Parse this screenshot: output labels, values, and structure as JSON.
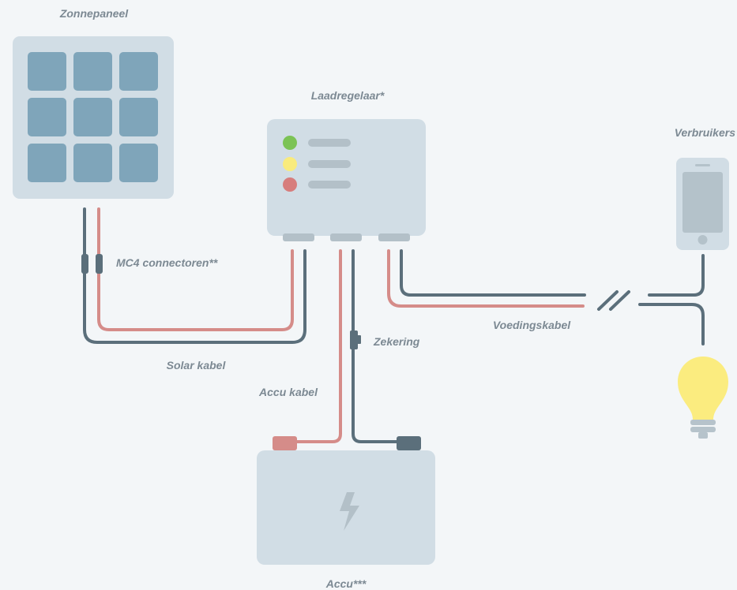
{
  "labels": {
    "solar_panel": "Zonnepaneel",
    "charge_controller": "Laadregelaar*",
    "consumers": "Verbruikers",
    "mc4_connectors": "MC4 connectoren**",
    "solar_cable": "Solar kabel",
    "battery_cable": "Accu kabel",
    "fuse": "Zekering",
    "power_cable": "Voedingskabel",
    "battery": "Accu***"
  },
  "colors": {
    "background": "#f3f6f8",
    "device_body": "#d1dde5",
    "solar_cell": "#7fa5ba",
    "wire_positive": "#d58c89",
    "wire_negative": "#5b6f7b",
    "terminal_slot": "#b3c0c8",
    "led_green": "#7cc355",
    "led_yellow": "#f9eb7d",
    "led_red": "#d77d7c",
    "lightbulb_glass": "#fbec7f",
    "lightbulb_base": "#b6c3cb"
  },
  "icons": {
    "solar_panel": "solar-panel-icon",
    "charge_controller": "charge-controller-icon",
    "smartphone": "smartphone-icon",
    "lightbulb": "lightbulb-icon",
    "battery": "battery-icon",
    "lightning": "lightning-icon",
    "fuse": "fuse-icon",
    "cable_break": "cable-break-icon"
  }
}
